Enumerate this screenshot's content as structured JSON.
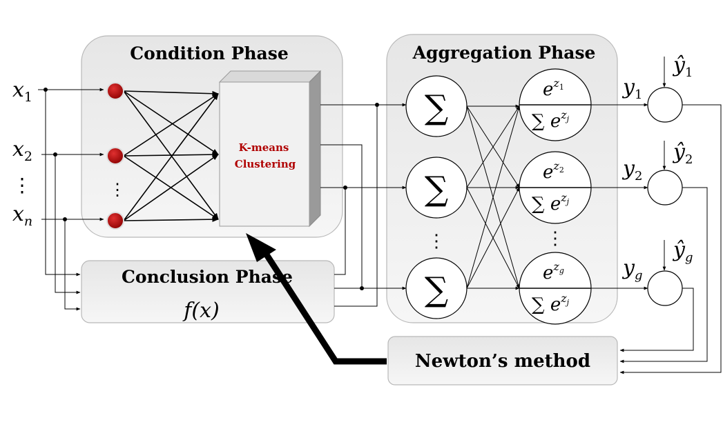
{
  "condition_phase": {
    "title": "Condition Phase",
    "clustering_line1": "K-means",
    "clustering_line2": "Clustering"
  },
  "conclusion_phase": {
    "title": "Conclusion Phase",
    "function": "f(x)"
  },
  "aggregation_phase": {
    "title": "Aggregation Phase",
    "sum_symbol": "∑",
    "softmax_numerators": [
      "e",
      "e",
      "e"
    ],
    "softmax_numerator_sup": [
      "z",
      "z",
      "z"
    ],
    "softmax_numerator_sub": [
      "1",
      "2",
      "g"
    ],
    "softmax_denominator": "∑ e",
    "softmax_denominator_sup": "z",
    "softmax_denominator_sub": "j"
  },
  "inputs": {
    "labels": [
      "x",
      "x",
      "x"
    ],
    "subscripts": [
      "1",
      "2",
      "n"
    ],
    "ellipsis": "⋮"
  },
  "outputs": {
    "labels": [
      "y",
      "y",
      "y"
    ],
    "subscripts": [
      "1",
      "2",
      "g"
    ],
    "targets": [
      "ŷ",
      "ŷ",
      "ŷ"
    ],
    "target_subscripts": [
      "1",
      "2",
      "g"
    ]
  },
  "newton": {
    "label": "Newton’s method"
  },
  "colors": {
    "panel_fill": "#efefef",
    "panel_stroke": "#b8b8b8",
    "input_node": "#b40000",
    "kmeans_text": "#b00000"
  }
}
